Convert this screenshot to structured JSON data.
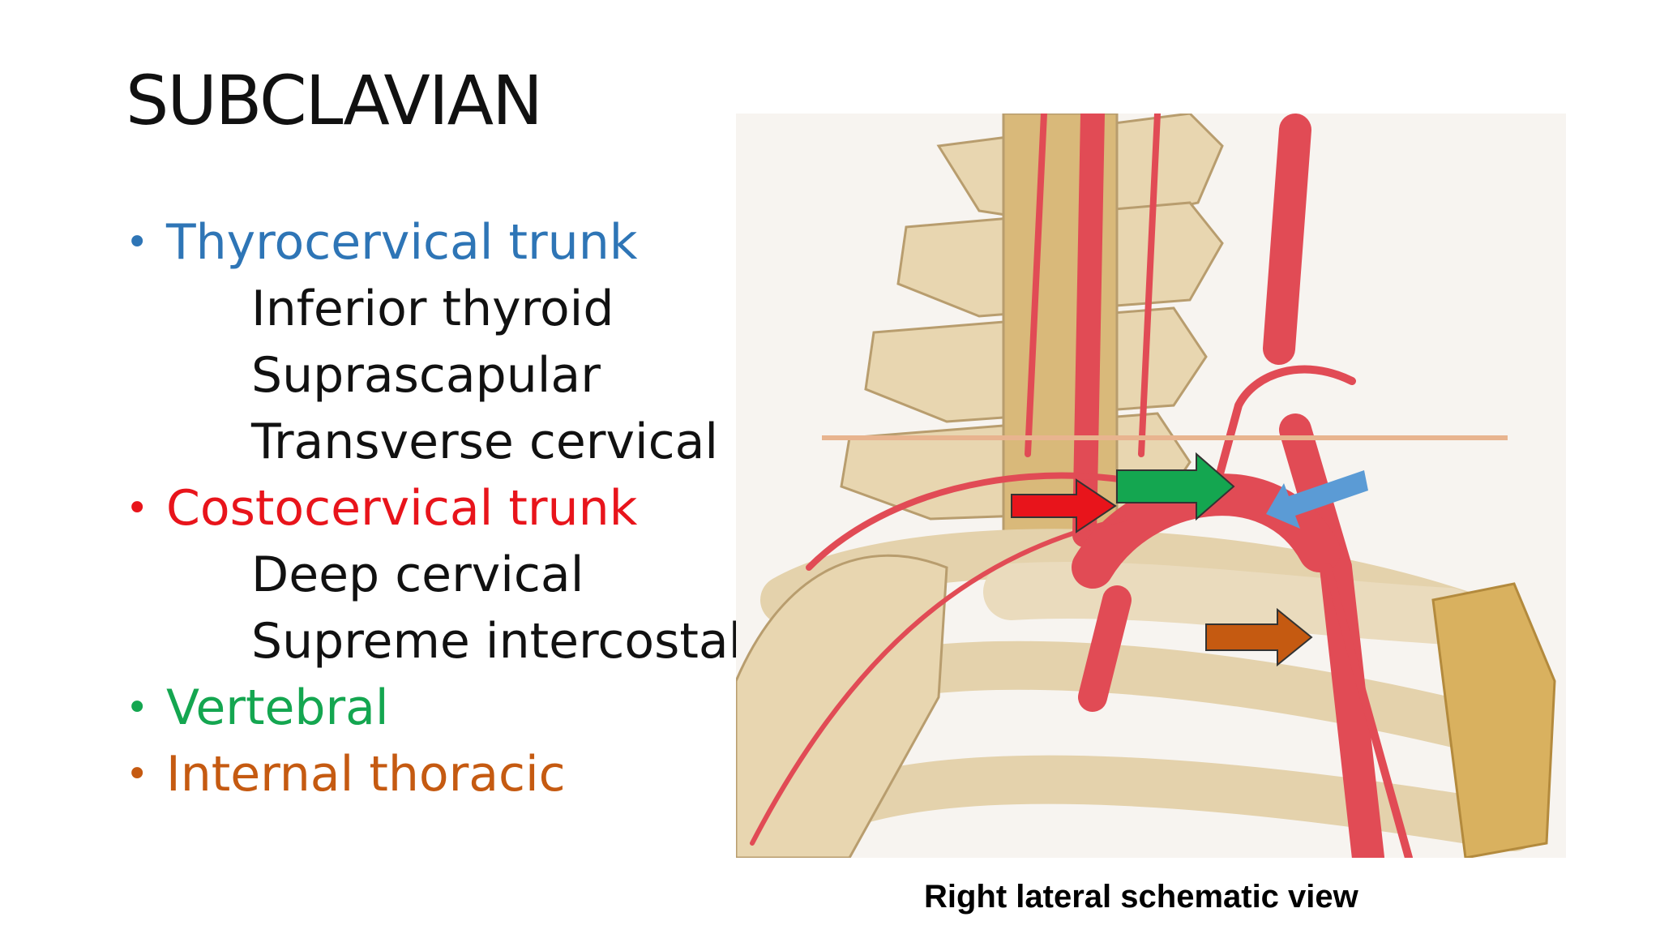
{
  "slide": {
    "title": "SUBCLAVIAN",
    "bullets": [
      {
        "label": "Thyrocervical trunk",
        "color": "#2e75b6",
        "children": [
          "Inferior thyroid",
          "Suprascapular",
          "Transverse cervical"
        ]
      },
      {
        "label": "Costocervical trunk",
        "color": "#e8141b",
        "children": [
          "Deep cervical",
          "Supreme intercostal"
        ]
      },
      {
        "label": "Vertebral",
        "color": "#14a650",
        "children": []
      },
      {
        "label": "Internal thoracic",
        "color": "#c55a11",
        "children": []
      }
    ],
    "bullet_glyph": "•"
  },
  "figure": {
    "caption": "Right lateral schematic view",
    "arrows": [
      {
        "name": "costocervical-arrow",
        "color": "#e8141b"
      },
      {
        "name": "vertebral-arrow",
        "color": "#14a650"
      },
      {
        "name": "thyrocervical-arrow",
        "color": "#5b9bd5"
      },
      {
        "name": "internal-thoracic-arrow",
        "color": "#c55a11"
      }
    ],
    "reference_line_color": "#e8b48f",
    "bone_color": "#e8d6b0",
    "artery_color": "#e14b55"
  }
}
